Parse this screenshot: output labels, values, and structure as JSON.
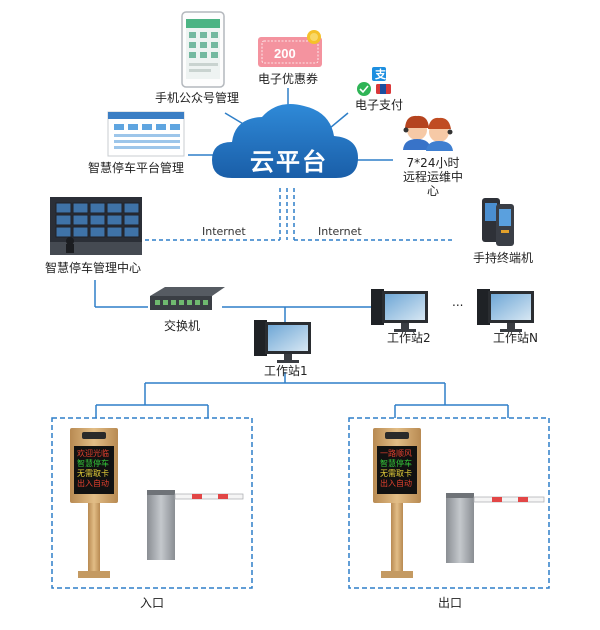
{
  "cloud": {
    "label": "云平台"
  },
  "nodes": {
    "mobile_account": {
      "label": "手机公众号管理"
    },
    "coupon": {
      "label": "电子优惠券",
      "amount": "200"
    },
    "payment": {
      "label": "电子支付"
    },
    "smart_platform": {
      "label": "智慧停车平台管理"
    },
    "ops_center": {
      "label": "7*24小时\n远程运维中心"
    },
    "mgmt_center": {
      "label": "智慧停车管理中心"
    },
    "handheld": {
      "label": "手持终端机"
    },
    "switch": {
      "label": "交换机"
    },
    "workstation1": {
      "label": "工作站1"
    },
    "workstation2": {
      "label": "工作站2"
    },
    "workstationN": {
      "label": "工作站N"
    },
    "ellipsis": {
      "label": "..."
    }
  },
  "links": {
    "internet_left": "Internet",
    "internet_right": "Internet"
  },
  "lanes": {
    "entrance": {
      "label": "入口",
      "display_lines": [
        "欢迎光临",
        "智慧停车",
        "无需取卡",
        "出入自动"
      ]
    },
    "exit": {
      "label": "出口",
      "display_lines": [
        "一路顺风",
        "智慧停车",
        "无需取卡",
        "出入自动"
      ]
    }
  }
}
